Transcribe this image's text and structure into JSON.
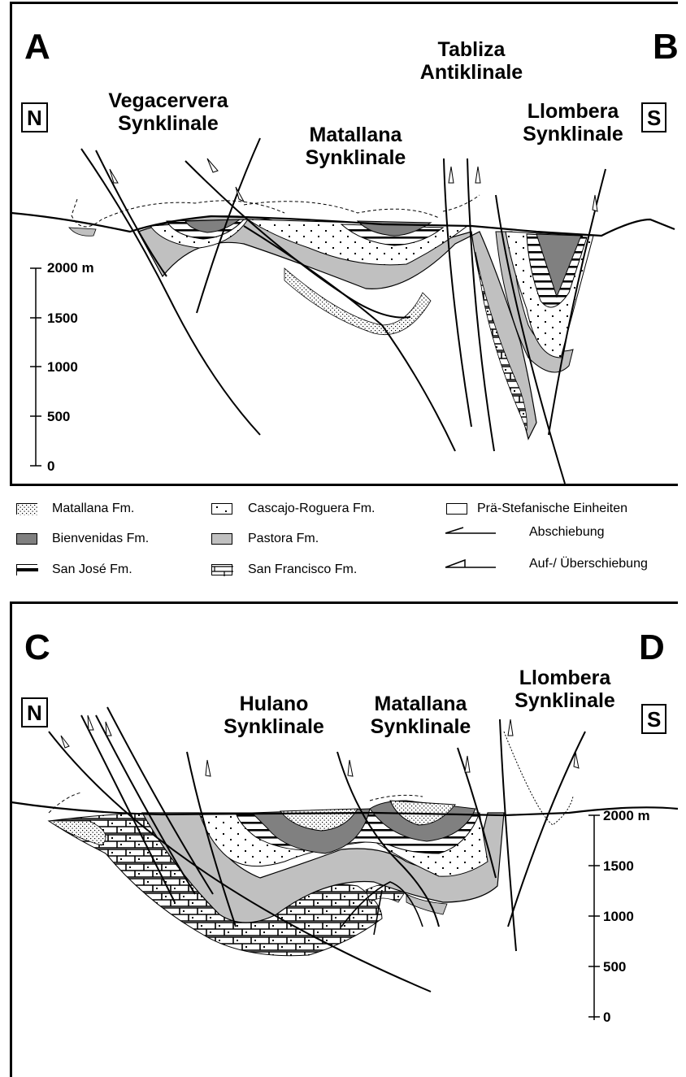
{
  "section_top": {
    "corner_left": "A",
    "corner_right": "B",
    "dir_left": "N",
    "dir_right": "S",
    "structures": [
      {
        "line1": "Vegacervera",
        "line2": "Synklinale"
      },
      {
        "line1": "Matallana",
        "line2": "Synklinale"
      },
      {
        "line1": "Tabliza",
        "line2": "Antiklinale"
      },
      {
        "line1": "Llombera",
        "line2": "Synklinale"
      }
    ],
    "scale": [
      "2000 m",
      "1500",
      "1000",
      "500",
      "0"
    ]
  },
  "legend": {
    "matallana": "Matallana Fm.",
    "bienvenidas": "Bienvenidas Fm.",
    "san_jose": "San José Fm.",
    "cascajo": "Cascajo-Roguera Fm.",
    "pastora": "Pastora Fm.",
    "san_francisco": "San Francisco Fm.",
    "pre_stefan": "Prä-Stefanische Einheiten",
    "normal_fault": "Abschiebung",
    "thrust_fault": "Auf-/ Überschiebung"
  },
  "section_bottom": {
    "corner_left": "C",
    "corner_right": "D",
    "dir_left": "N",
    "dir_right": "S",
    "structures": [
      {
        "line1": "Hulano",
        "line2": "Synklinale"
      },
      {
        "line1": "Matallana",
        "line2": "Synklinale"
      },
      {
        "line1": "Llombera",
        "line2": "Synklinale"
      }
    ],
    "scale": [
      "2000 m",
      "1500",
      "1000",
      "500",
      "0"
    ]
  },
  "colors": {
    "bienvenidas": "#808080",
    "pastora": "#c0c0c0",
    "line": "#000000"
  }
}
